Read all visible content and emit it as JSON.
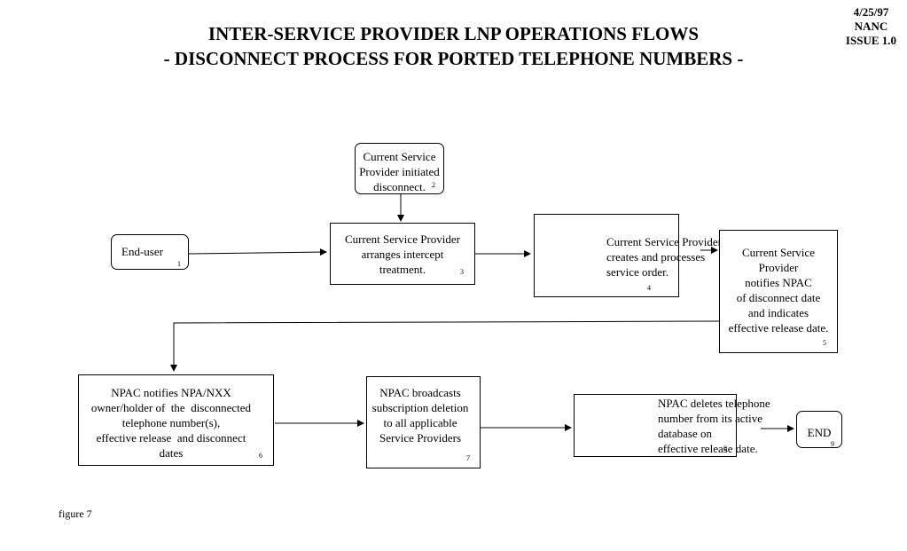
{
  "header": {
    "title_line1": "INTER-SERVICE PROVIDER LNP OPERATIONS FLOWS",
    "title_line2": "- DISCONNECT PROCESS FOR PORTED TELEPHONE NUMBERS -",
    "date": "4/25/97",
    "org": "NANC",
    "issue": "ISSUE 1.0"
  },
  "nodes": [
    {
      "id": "n1",
      "number": "1",
      "text": "End-user",
      "shape": "rounded"
    },
    {
      "id": "n2",
      "number": "2",
      "text": "Current Service\nProvider initiated\ndisconnect.",
      "shape": "rounded"
    },
    {
      "id": "n3",
      "number": "3",
      "text": "Current Service Provider\narranges intercept\ntreatment.",
      "shape": "rectangle"
    },
    {
      "id": "n4",
      "number": "4",
      "text": "Current Service Provider\ncreates and processes\nservice order.",
      "shape": "rectangle"
    },
    {
      "id": "n5",
      "number": "5",
      "text": "Current Service\nProvider\nnotifies NPAC\nof disconnect date\nand indicates\neffective release date.",
      "shape": "rectangle"
    },
    {
      "id": "n6",
      "number": "6",
      "text": "NPAC notifies NPA/NXX\nowner/holder of  the  disconnected\ntelephone number(s),\neffective release  and disconnect\ndates",
      "shape": "rectangle"
    },
    {
      "id": "n7",
      "number": "7",
      "text": "NPAC broadcasts\nsubscription deletion\nto all applicable\nService Providers",
      "shape": "rectangle"
    },
    {
      "id": "n8",
      "number": "8",
      "text": "NPAC deletes telephone\nnumber from its active\ndatabase on\neffective release date.",
      "shape": "rectangle"
    },
    {
      "id": "n9",
      "number": "9",
      "text": "END",
      "shape": "rounded"
    }
  ],
  "edges": [
    {
      "from": "n1",
      "to": "n3"
    },
    {
      "from": "n2",
      "to": "n3"
    },
    {
      "from": "n3",
      "to": "n4"
    },
    {
      "from": "n4",
      "to": "n5"
    },
    {
      "from": "n5",
      "to": "n6"
    },
    {
      "from": "n6",
      "to": "n7"
    },
    {
      "from": "n7",
      "to": "n8"
    },
    {
      "from": "n8",
      "to": "n9"
    }
  ],
  "figure_caption": "figure 7"
}
